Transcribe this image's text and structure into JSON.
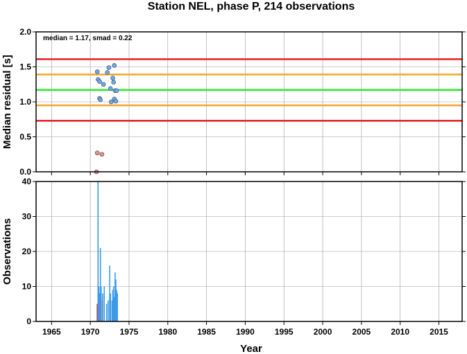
{
  "chart_data": {
    "type": "scatter",
    "title": "Station NEL, phase P, 214 observations",
    "annotation": "median = 1.17, smad = 0.22",
    "xlabel": "Year",
    "xlim": [
      1963,
      2018
    ],
    "xticks": [
      1965,
      1970,
      1975,
      1980,
      1985,
      1990,
      1995,
      2000,
      2005,
      2010,
      2015
    ],
    "top_panel": {
      "type": "scatter",
      "ylabel": "Median residual [s]",
      "ylim": [
        0.0,
        2.0
      ],
      "yticks": [
        "0.0",
        "0.5",
        "1.0",
        "1.5",
        "2.0"
      ],
      "hlines": [
        {
          "y": 1.61,
          "color": "#e8272a"
        },
        {
          "y": 1.39,
          "color": "#f0a830"
        },
        {
          "y": 1.17,
          "color": "#2ee82e"
        },
        {
          "y": 0.95,
          "color": "#f0a830"
        },
        {
          "y": 0.73,
          "color": "#e8272a"
        }
      ],
      "series": [
        {
          "color": "#6aa6f2",
          "points": [
            [
              1970.9,
              1.43
            ],
            [
              1971.0,
              1.32
            ],
            [
              1971.2,
              1.29
            ],
            [
              1971.2,
              1.05
            ],
            [
              1971.3,
              1.03
            ],
            [
              1971.7,
              1.25
            ],
            [
              1972.2,
              1.42
            ],
            [
              1972.4,
              1.49
            ],
            [
              1972.6,
              1.19
            ],
            [
              1972.7,
              1.0
            ],
            [
              1972.9,
              1.34
            ],
            [
              1973.0,
              1.28
            ],
            [
              1973.1,
              1.52
            ],
            [
              1973.1,
              1.04
            ],
            [
              1973.2,
              1.16
            ],
            [
              1973.3,
              1.01
            ],
            [
              1973.4,
              1.16
            ]
          ]
        },
        {
          "color": "#f08a8a",
          "points": [
            [
              1970.9,
              0.27
            ],
            [
              1971.5,
              0.25
            ],
            [
              1970.8,
              0.0
            ]
          ]
        }
      ]
    },
    "bottom_panel": {
      "type": "bar",
      "ylabel": "Observations",
      "ylim": [
        0,
        40
      ],
      "yticks": [
        "0",
        "10",
        "20",
        "30",
        "40"
      ],
      "bars": [
        {
          "x": 1970.9,
          "value": 5,
          "color": "#c0272d"
        },
        {
          "x": 1971.0,
          "value": 40,
          "color": "#3a9ae8"
        },
        {
          "x": 1971.1,
          "value": 10,
          "color": "#3a9ae8"
        },
        {
          "x": 1971.2,
          "value": 8,
          "color": "#3a9ae8"
        },
        {
          "x": 1971.3,
          "value": 21,
          "color": "#3a9ae8"
        },
        {
          "x": 1971.4,
          "value": 10,
          "color": "#3a9ae8"
        },
        {
          "x": 1971.5,
          "value": 6,
          "color": "#f08a8a"
        },
        {
          "x": 1971.6,
          "value": 8,
          "color": "#3a9ae8"
        },
        {
          "x": 1971.8,
          "value": 10,
          "color": "#3a9ae8"
        },
        {
          "x": 1972.1,
          "value": 5,
          "color": "#3a9ae8"
        },
        {
          "x": 1972.3,
          "value": 6,
          "color": "#3a9ae8"
        },
        {
          "x": 1972.5,
          "value": 16,
          "color": "#3a9ae8"
        },
        {
          "x": 1972.6,
          "value": 8,
          "color": "#3a9ae8"
        },
        {
          "x": 1972.8,
          "value": 6,
          "color": "#3a9ae8"
        },
        {
          "x": 1972.9,
          "value": 9,
          "color": "#3a9ae8"
        },
        {
          "x": 1973.0,
          "value": 10,
          "color": "#3a9ae8"
        },
        {
          "x": 1973.1,
          "value": 7,
          "color": "#3a9ae8"
        },
        {
          "x": 1973.2,
          "value": 14,
          "color": "#3a9ae8"
        },
        {
          "x": 1973.3,
          "value": 12,
          "color": "#3a9ae8"
        },
        {
          "x": 1973.4,
          "value": 9,
          "color": "#3a9ae8"
        },
        {
          "x": 1973.5,
          "value": 8,
          "color": "#3a9ae8"
        }
      ]
    },
    "grid": true
  }
}
